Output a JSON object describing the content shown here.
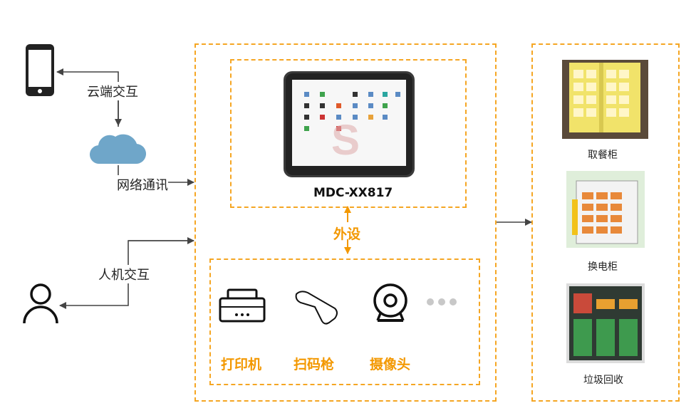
{
  "left": {
    "cloud_interaction": "云端交互",
    "network_comm": "网络通讯",
    "human_interaction": "人机交互",
    "icons": [
      "smartphone-icon",
      "cloud-icon",
      "user-icon"
    ]
  },
  "center": {
    "device_model": "MDC-XX817",
    "peripheral_label": "外设",
    "peripherals": [
      {
        "name": "打印机",
        "icon": "printer-icon"
      },
      {
        "name": "扫码枪",
        "icon": "barcode-scanner-icon"
      },
      {
        "name": "摄像头",
        "icon": "webcam-icon"
      }
    ]
  },
  "right": {
    "cabinets": [
      {
        "name": "取餐柜",
        "icon": "food-pickup-cabinet-image"
      },
      {
        "name": "换电柜",
        "icon": "battery-swap-cabinet-image"
      },
      {
        "name": "垃圾回收",
        "icon": "recycling-cabinet-image"
      }
    ]
  },
  "colors": {
    "accent": "#f39800",
    "dash": "#f5a623",
    "arrow": "#444444",
    "cloud": "#6fa6c9"
  }
}
